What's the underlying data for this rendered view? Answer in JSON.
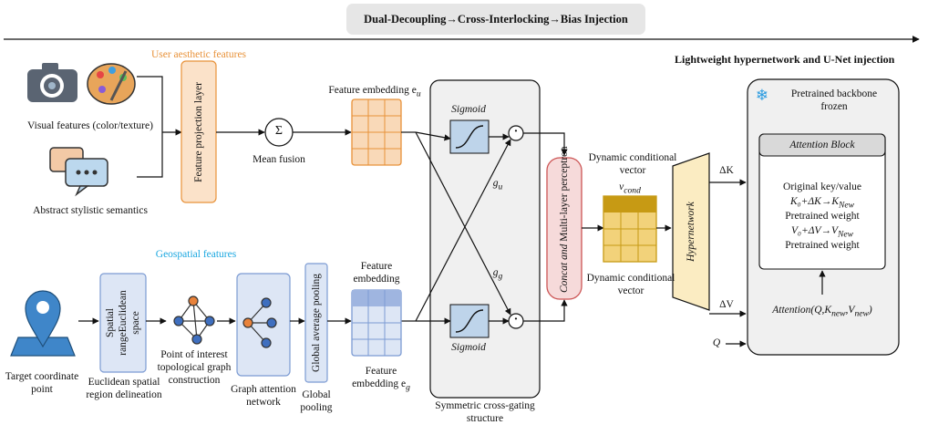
{
  "title_banner": "Dual-Decoupling→Cross-Interlocking→Bias Injection",
  "right_heading": "Lightweight hypernetwork and U-Net injection",
  "user_branch": {
    "section_label": "User aesthetic features",
    "visual_features": "Visual features (color/texture)",
    "abstract_semantics": "Abstract stylistic semantics",
    "projection_layer": "Feature projection layer",
    "sum_symbol": "Σ",
    "mean_fusion": "Mean fusion",
    "embedding_label": "Feature embedding e",
    "embedding_sub": "u"
  },
  "geo_branch": {
    "section_label": "Geospatial features",
    "target_point": "Target coordinate point",
    "spatial_box": "Spatial rangeEuclidean space",
    "euclidean": "Euclidean spatial region delineation",
    "poi_graph": "Point of interest topological graph construction",
    "gat": "Graph attention network",
    "pooling_box": "Global average pooling",
    "global_pooling": "Global pooling",
    "embedding_top": "Feature embedding",
    "embedding_label": "Feature embedding e",
    "embedding_sub": "g"
  },
  "gating": {
    "sigmoid_top": "Sigmoid",
    "sigmoid_bottom": "Sigmoid",
    "gu": "g",
    "gu_sub": "u",
    "gg": "g",
    "gg_sub": "g",
    "mult": "·",
    "caption": "Symmetric cross-gating structure"
  },
  "mlp": {
    "italic": "Concat and",
    "rest": " Multi-layer perceptron"
  },
  "cond_vector": {
    "top_label": "Dynamic conditional vector",
    "symbol": "v",
    "symbol_sub": "cond",
    "bottom_label": "Dynamic conditional vector"
  },
  "hypernetwork": "Hypernetwork",
  "deltas": {
    "dk": "ΔK",
    "dv": "ΔV",
    "q": "Q"
  },
  "backbone": {
    "snowflake": "❄",
    "title": "Pretrained backbone frozen",
    "attention_block": "Attention Block",
    "line1": "Original key/value",
    "line2": "K₀+ΔK→K",
    "line2_sub": "New",
    "line3": "Pretrained weight",
    "line4": "V₀+ΔV→V",
    "line4_sub": "New",
    "line5": "Pretrained weight",
    "attention_formula": "Attention(Q,K",
    "af_sub1": "new",
    "af_mid": ",V",
    "af_sub2": "new",
    "af_end": ")"
  },
  "colors": {
    "orange_fill": "#f9d9b8",
    "orange_stroke": "#e8923a",
    "blue_fill": "#dde6f5",
    "blue_stroke": "#7c9bd3",
    "gold_fill": "#f2d27a",
    "gold_stroke": "#c79a14",
    "mlp_fill": "#f6dada",
    "mlp_stroke": "#cc5555",
    "hyper_fill": "#fbecc2",
    "panel_fill": "#f0f0f0"
  }
}
